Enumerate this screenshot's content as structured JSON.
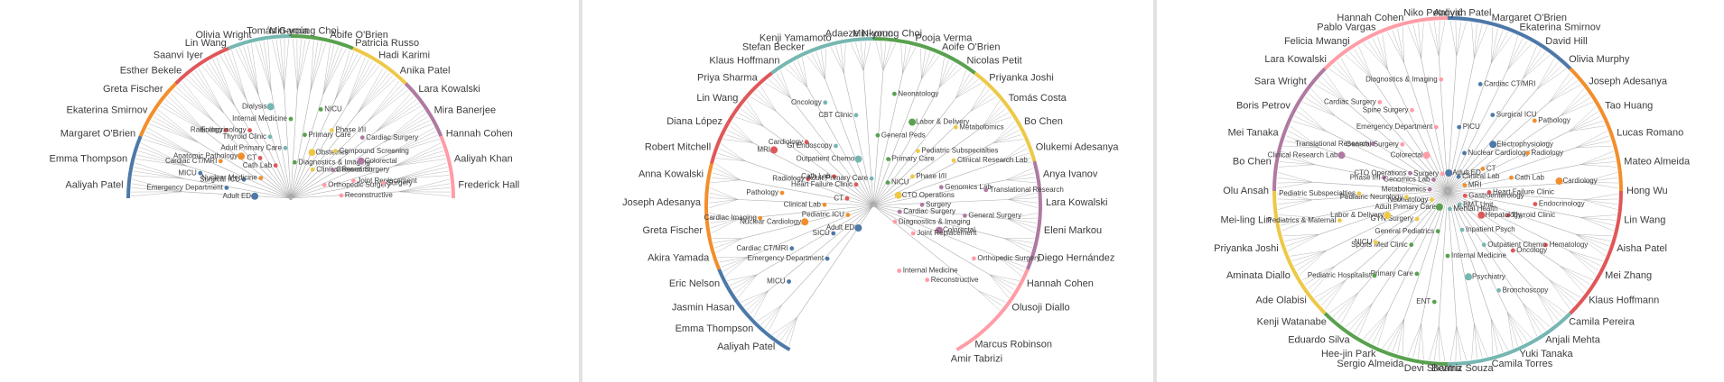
{
  "palette": {
    "blue": "#4d79a8",
    "orange": "#f28e2c",
    "red": "#e05759",
    "teal": "#76b7b2",
    "green": "#59a14f",
    "yellow": "#edc949",
    "purple": "#af7aa1",
    "pink": "#ff9da7",
    "brown": "#9c755f",
    "gray": "#bab0ab",
    "link": "#9a9a9a",
    "bg": "#ffffff"
  },
  "panels": [
    {
      "name": "panel-semicircle-compact",
      "outer_names": [
        "Aaliyah Patel",
        "Emma Thompson",
        "Margaret O'Brien",
        "Ekaterina Smirnov",
        "Greta Fischer",
        "Esther Bekele",
        "Saanvi Iyer",
        "Lin Wang",
        "Olivia Wright",
        "Tomás García",
        "Min-young Choi",
        "Aoife O'Brien",
        "Patricia Russo",
        "Hadi Karimi",
        "Anika Patel",
        "Lara Kowalski",
        "Mira Banerjee",
        "Hannah Cohen",
        "Aaliyah Khan",
        "Frederick Hall"
      ],
      "inner_labels": [
        "Adult ED",
        "Emergency Department",
        "MICU",
        "Surgical ICU",
        "Cardiac CT/MRI",
        "Nuclear Medicine",
        "Anatomic Pathology",
        "Radiology",
        "CT",
        "Endocrinology",
        "Cath Lab",
        "Thyroid Clinic",
        "Dialysis",
        "Adult Primary Care",
        "Internal Medicine",
        "Diagnostics & Imaging",
        "Primary Care",
        "NICU",
        "Obstetrics",
        "Phase I/II",
        "Clinical Research",
        "Compound Screening",
        "Cardiac Surgery",
        "General Surgery",
        "Colorectal",
        "Orthopedic Surgery",
        "Joint Replacement",
        "Surgery",
        "Reconstructive"
      ]
    },
    {
      "name": "panel-fan-split",
      "outer_names": [
        "Aaliyah Patel",
        "Emma Thompson",
        "Jasmin Hasan",
        "Eric Nelson",
        "Akira Yamada",
        "Greta Fischer",
        "Joseph Adesanya",
        "Anna Kowalski",
        "Robert Mitchell",
        "Diana López",
        "Lin Wang",
        "Priya Sharma",
        "Klaus Hoffmann",
        "Stefan Becker",
        "Kenji Yamamoto",
        "Adaeze Nkomo",
        "Min-young Choi",
        "Pooja Verma",
        "Aoife O'Brien",
        "Nicolas Petit",
        "Priyanka Joshi",
        "Tomás Costa",
        "Bo Chen",
        "Olukemi Adesanya",
        "Anya Ivanov",
        "Lara Kowalski",
        "Eleni Markou",
        "Diego Hernández",
        "Hannah Cohen",
        "Olusoji Diallo",
        "Marcus Robinson",
        "Amir Tabrizi"
      ],
      "inner_labels": [
        "Adult ED",
        "Emergency Department",
        "MICU",
        "SICU",
        "Cardiac CT/MRI",
        "Pediatric ICU",
        "Nuclear Cardiology",
        "Cardiac Imaging",
        "Clinical Lab",
        "Pathology",
        "CT",
        "Radiology",
        "MRI",
        "Cath Lab",
        "Cardiology",
        "Heart Failure Clinic",
        "GI Endoscopy",
        "Oncology",
        "Outpatient Chemo",
        "CBT Clinic",
        "Adult Primary Care",
        "General Peds",
        "Neonatology",
        "Primary Care",
        "Labor & Delivery",
        "NICU",
        "Pediatric Subspecialties",
        "Metabolomics",
        "Phase I/II",
        "Clinical Research Lab",
        "CTO Operations",
        "Genomics Lab",
        "Translational Research",
        "Surgery",
        "General Surgery",
        "Cardiac Surgery",
        "Colorectal",
        "Orthopedic Surgery",
        "Joint Replacement",
        "Reconstructive",
        "Diagnostics & Imaging",
        "Internal Medicine"
      ]
    },
    {
      "name": "panel-full-circle",
      "outer_names": [
        "Aaliyah Patel",
        "Margaret O'Brien",
        "Ekaterina Smirnov",
        "David Hill",
        "Olivia Murphy",
        "Joseph Adesanya",
        "Tao Huang",
        "Lucas Romano",
        "Mateo Almeida",
        "Hong Wu",
        "Lin Wang",
        "Aisha Patel",
        "Mei Zhang",
        "Klaus Hoffmann",
        "Camila Pereira",
        "Anjali Mehta",
        "Yuki Tanaka",
        "Camila Torres",
        "Beatriz Souza",
        "Devi Sharma",
        "Sergio Almeida",
        "Hee-jin Park",
        "Eduardo Silva",
        "Kenji Watanabe",
        "Ade Olabisi",
        "Aminata Diallo",
        "Priyanka Joshi",
        "Mei-ling Lin",
        "Olu Ansah",
        "Bo Chen",
        "Mei Tanaka",
        "Boris Petrov",
        "Sara Wright",
        "Lara Kowalski",
        "Felicia Mwangi",
        "Pablo Vargas",
        "Hannah Cohen",
        "Niko Petrović"
      ],
      "inner_labels": [
        "Adult ED",
        "PICU",
        "Cardiac CT/MRI",
        "Nuclear Cardiology",
        "Surgical ICU",
        "Clinical Lab",
        "Electrophysiology",
        "Pathology",
        "CT",
        "Radiology",
        "MRI",
        "Cath Lab",
        "Cardiology",
        "Heart Failure Clinic",
        "Endocrinology",
        "Gastroenterology",
        "Thyroid Clinic",
        "Hematology",
        "Hepatology",
        "Oncology",
        "BMT Unit",
        "Outpatient Chemo",
        "Bronchoscopy",
        "Inpatient Psych",
        "Psychiatry",
        "Mental Health",
        "Internal Medicine",
        "ENT",
        "General Pediatrics",
        "Primary Care",
        "Adult Primary Care",
        "Sports Med Clinic",
        "Pediatric Hospitalist",
        "GYN Surgery",
        "NICU",
        "Neonatology",
        "Labor & Delivery",
        "Pediatrics & Maternal",
        "Pediatric Neurology",
        "Pediatric Subspecialties",
        "Metabolomics",
        "Phase I/II",
        "Clinical Research Lab",
        "CTO Operations",
        "Translational Research",
        "Genomics Lab",
        "General Surgery",
        "Cardiac Surgery",
        "Colorectal",
        "Spine Surgery",
        "Surgery",
        "Emergency Department",
        "Diagnostics & Imaging"
      ]
    }
  ]
}
